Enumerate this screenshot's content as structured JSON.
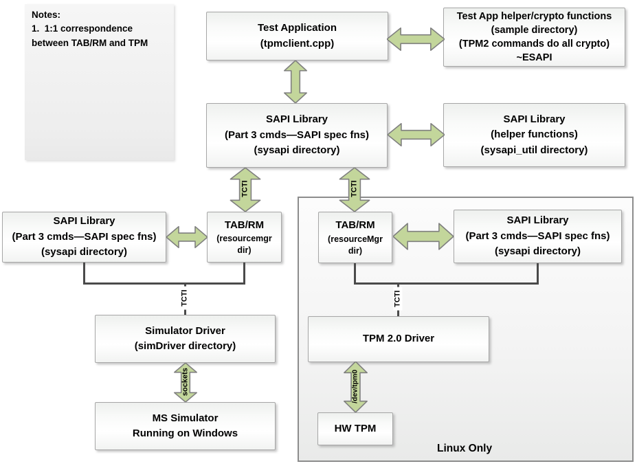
{
  "colors": {
    "arrow_fill": "#c3d69b",
    "arrow_stroke": "#7f7f7f",
    "box_border": "#a6a6a6",
    "bracket_line": "#4a4a4a",
    "container_border": "#8c8c8c"
  },
  "notes": {
    "heading": "Notes:",
    "body_line1": "1.  1:1 correspondence",
    "body_line2": "between TAB/RM and TPM"
  },
  "boxes": {
    "test_app": {
      "line1": "Test Application",
      "line2": "(tpmclient.cpp)"
    },
    "test_app_helper": {
      "line1": "Test App helper/crypto functions",
      "line2": "(sample directory)",
      "line3": "(TPM2 commands do all crypto)",
      "line4": "~ESAPI"
    },
    "sapi_main": {
      "line1": "SAPI Library",
      "line2": "(Part 3 cmds—SAPI spec fns)",
      "line3": "(sysapi directory)"
    },
    "sapi_helper": {
      "line1": "SAPI Library",
      "line2": "(helper functions)",
      "line3": "(sysapi_util directory)"
    },
    "sapi_left": {
      "line1": "SAPI Library",
      "line2": "(Part 3 cmds—SAPI spec fns)",
      "line3": "(sysapi directory)"
    },
    "tabrm_left": {
      "line1": "TAB/RM",
      "line2": "(resourcemgr",
      "line3": "dir)"
    },
    "tabrm_right": {
      "line1": "TAB/RM",
      "line2": "(resourceMgr",
      "line3": "dir)"
    },
    "sapi_right": {
      "line1": "SAPI Library",
      "line2": "(Part 3 cmds—SAPI spec fns)",
      "line3": "(sysapi directory)"
    },
    "sim_driver": {
      "line1": "Simulator Driver",
      "line2": "(simDriver directory)"
    },
    "ms_simulator": {
      "line1": "MS Simulator",
      "line2": "Running on Windows"
    },
    "tpm_driver": {
      "line1": "TPM 2.0 Driver"
    },
    "hw_tpm": {
      "line1": "HW TPM"
    }
  },
  "connector_labels": {
    "tcti_arrow_left": "TCTI",
    "tcti_arrow_right": "TCTI",
    "tcti_bracket_left": "TCTI",
    "tcti_bracket_right": "TCTI",
    "sockets": "sockets",
    "dev_tpm0": "/dev/tpm0"
  },
  "container": {
    "linux_only": "Linux Only"
  }
}
